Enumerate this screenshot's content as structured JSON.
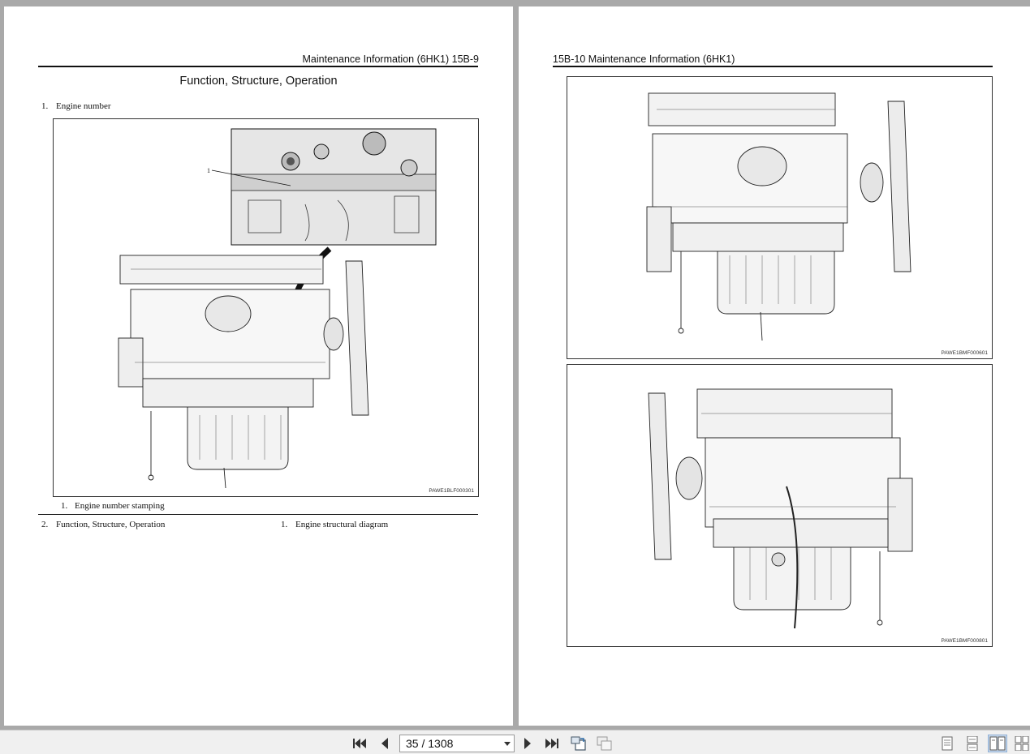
{
  "left_page": {
    "header": "Maintenance Information (6HK1)   15B-9",
    "section_title": "Function, Structure, Operation",
    "item1_num": "1.",
    "item1_label": "Engine number",
    "callout_number": "1",
    "figure_code": "PAWE1BLF000301",
    "caption_num": "1.",
    "caption_label": "Engine number stamping",
    "item2_num": "2.",
    "item2_label": "Function, Structure, Operation",
    "item2_sub_num": "1.",
    "item2_sub_label": "Engine structural diagram"
  },
  "right_page": {
    "header": "15B-10   Maintenance Information (6HK1)",
    "figure1_code": "PAWE1BMF000601",
    "figure2_code": "PAWE1BMF000801"
  },
  "toolbar": {
    "page_indicator": "35 / 1308",
    "icons": [
      "first-page-icon",
      "previous-page-icon",
      "next-page-icon",
      "last-page-icon",
      "rotate-icon",
      "fit-icon",
      "single-page-view-icon",
      "continuous-view-icon",
      "facing-view-icon",
      "continuous-facing-view-icon"
    ]
  }
}
